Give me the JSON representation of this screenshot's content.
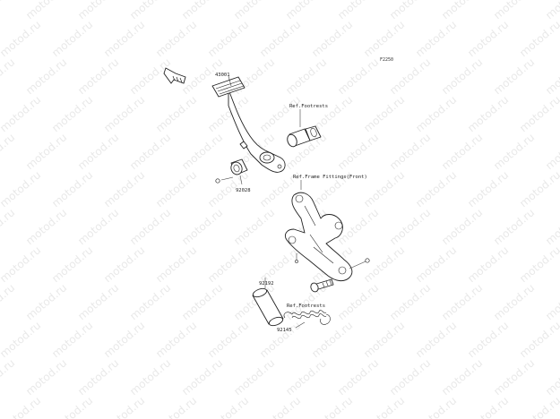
{
  "diagram_code": "F2250",
  "watermark": "motod.ru",
  "labels": {
    "part_43001": "43001",
    "ref_footrests_top": "Ref.Footrests",
    "ref_frame_fittings": "Ref.Frame Fittings(Front)",
    "part_92028": "92028",
    "part_92192": "92192",
    "ref_footrests_bottom": "Ref.Footrests",
    "part_92145": "92145"
  },
  "icons": {
    "front_arrow": "front-direction-arrow-icon"
  }
}
